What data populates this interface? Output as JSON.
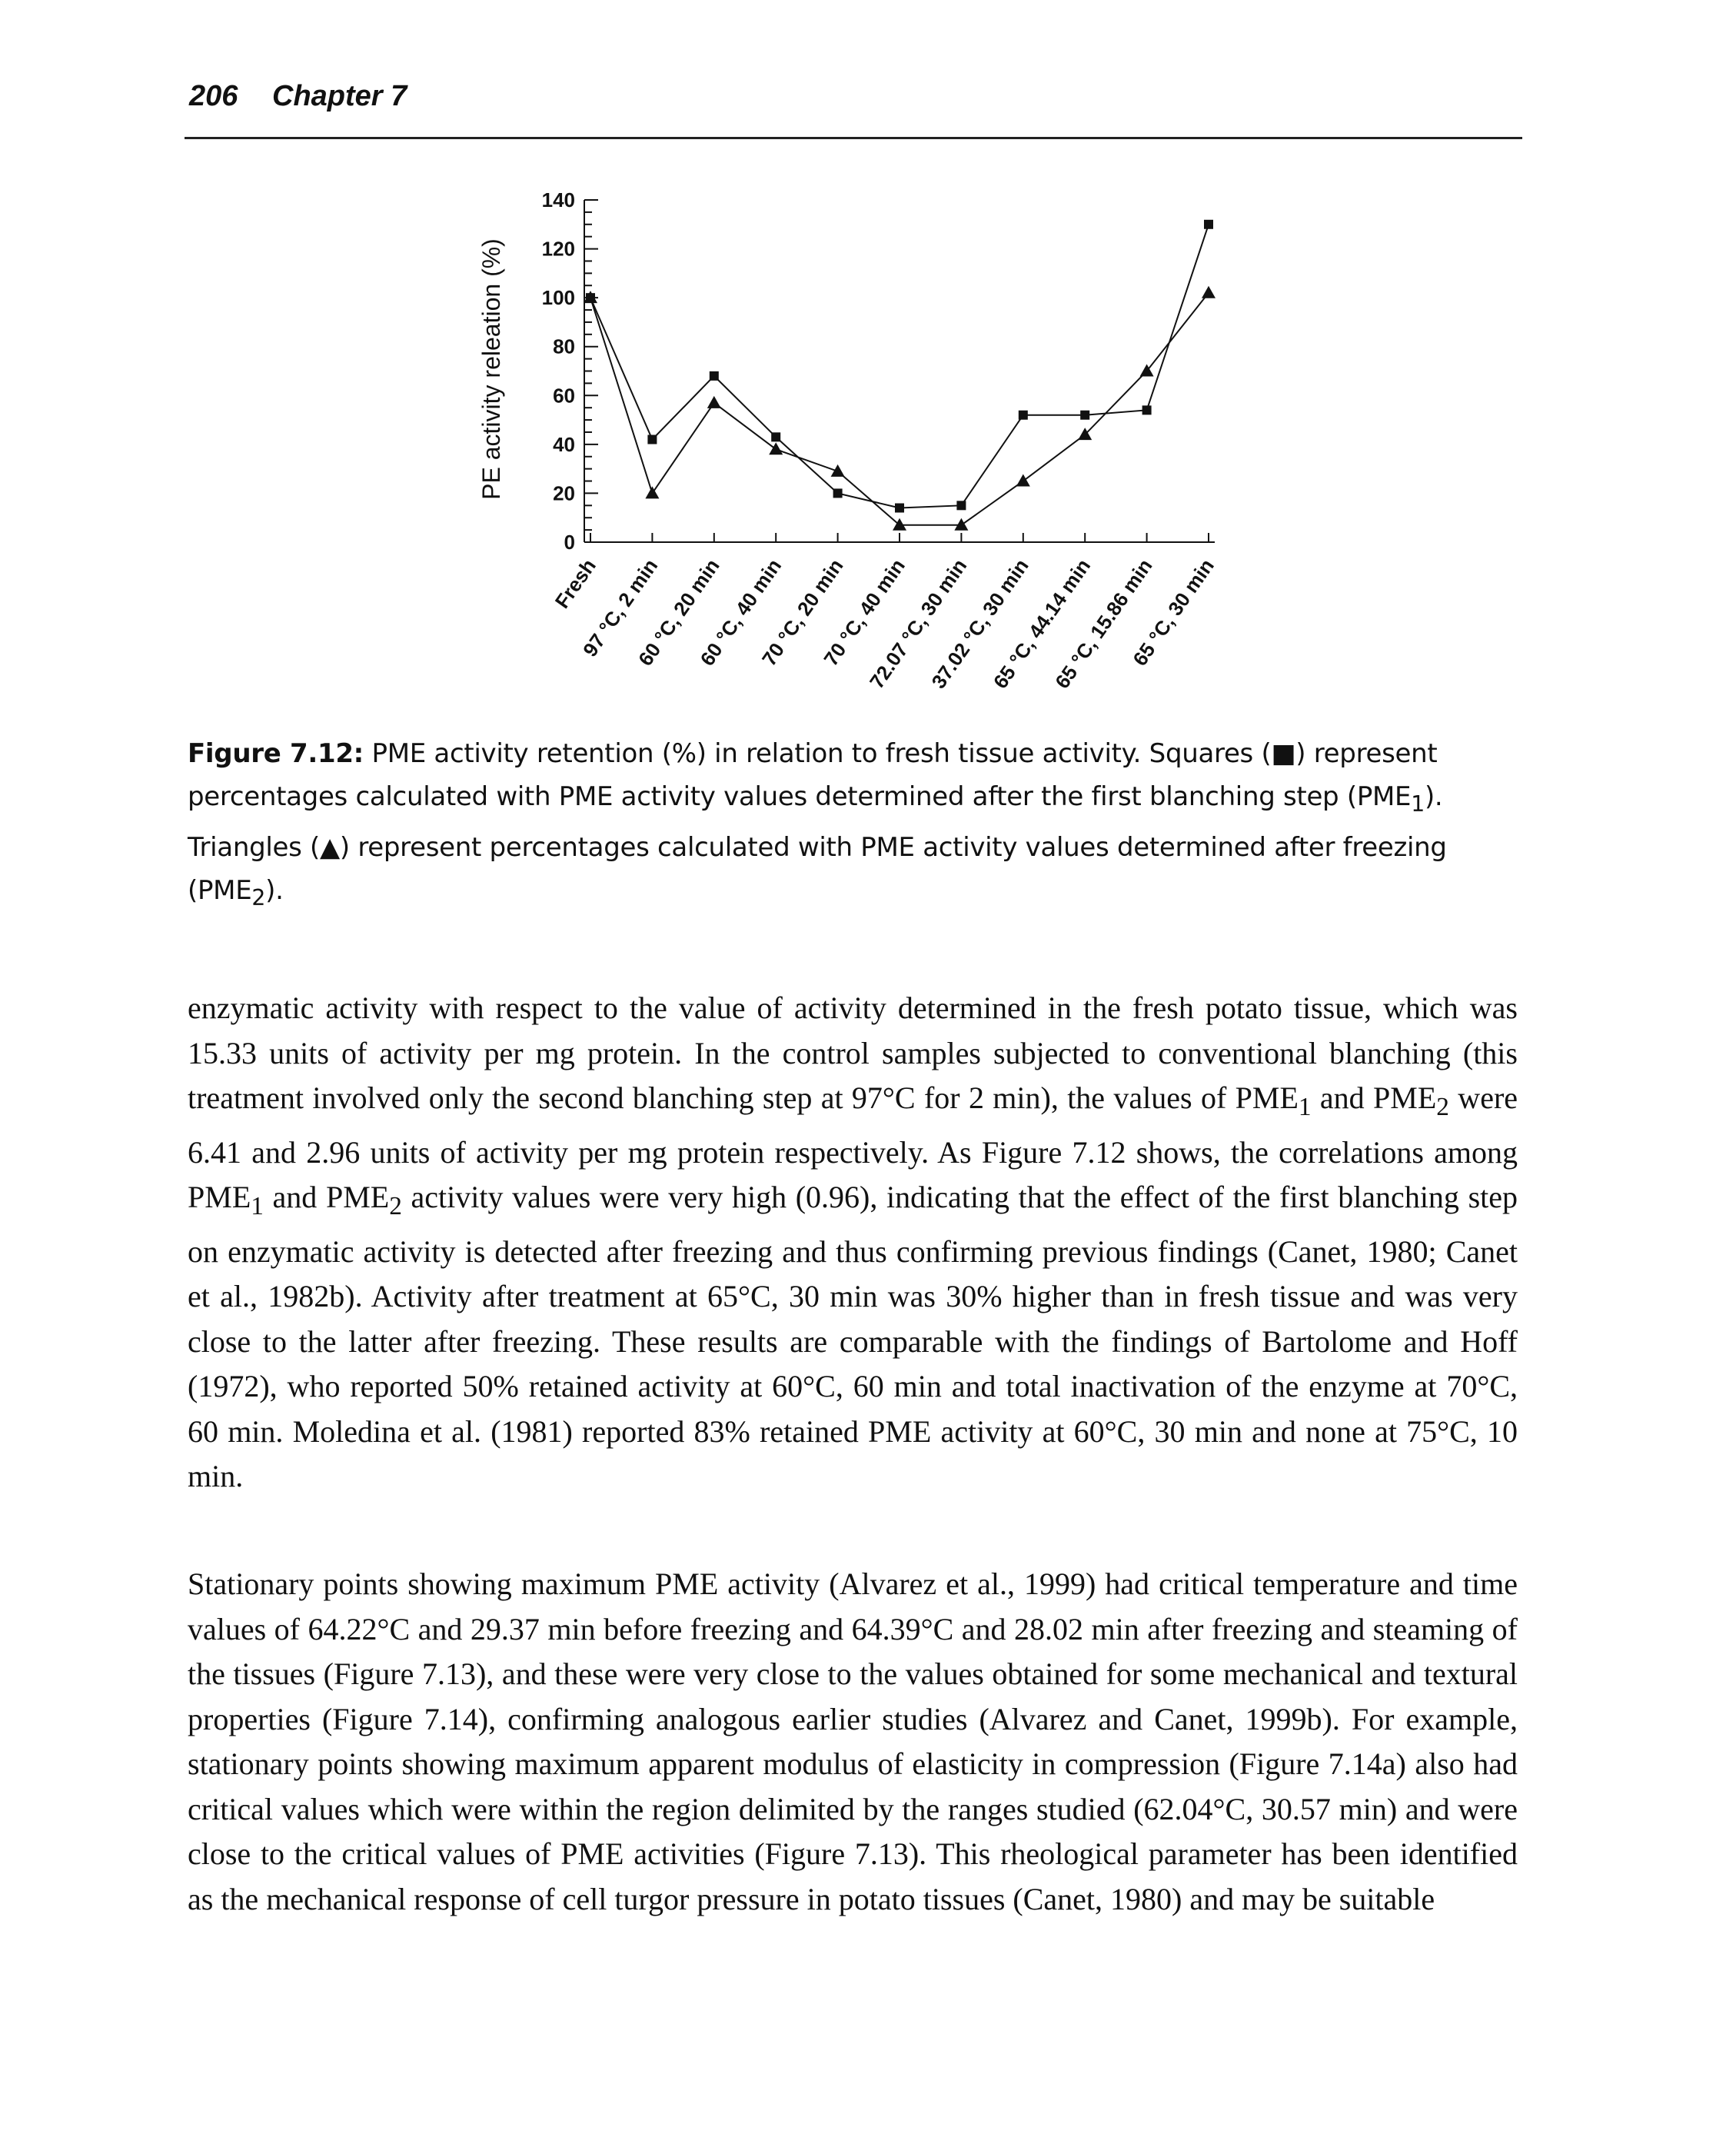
{
  "header": {
    "page_number": "206",
    "chapter": "Chapter 7"
  },
  "chart_data": {
    "type": "line",
    "ylabel": "PE activity releation (%)",
    "ylim": [
      0,
      140
    ],
    "yticks": [
      "0",
      "20",
      "40",
      "60",
      "80",
      "100",
      "120",
      "140"
    ],
    "categories": [
      "Fresh",
      "97 °C, 2 min",
      "60 °C, 20 min",
      "60 °C, 40 min",
      "70 °C, 20 min",
      "70 °C, 40 min",
      "72.07 °C, 30 min",
      "37.02 °C, 30 min",
      "65 °C, 44.14 min",
      "65 °C, 15.86 min",
      "65 °C, 30 min"
    ],
    "series": [
      {
        "marker": "square",
        "values": [
          100,
          42,
          68,
          43,
          20,
          14,
          15,
          52,
          52,
          54,
          130
        ]
      },
      {
        "marker": "triangle",
        "values": [
          100,
          20,
          57,
          38,
          29,
          7,
          7,
          25,
          44,
          70,
          102
        ]
      }
    ],
    "line_color": "#111111"
  },
  "caption": {
    "label": "Figure 7.12:",
    "text_before_square": "PME activity retention (%) in relation to fresh tissue activity. Squares (",
    "square_glyph": "■",
    "text_after_square": ") represent percentages calculated with PME activity values determined after the first blanching step (PME",
    "sub1": "1",
    "text_mid": "). Triangles (",
    "triangle_glyph": "▲",
    "text_after_triangle": ") represent percentages calculated with PME activity values determined after freezing (PME",
    "sub2": "2",
    "text_end": ")."
  },
  "body": {
    "p1_a": "enzymatic activity with respect to the value of activity determined in the fresh potato tissue, which was 15.33 units of activity per mg protein. In the control samples subjected to conventional blanching (this treatment involved only the second blanching step at 97°C for 2 min), the values of PME",
    "p1_sub1": "1",
    "p1_b": " and PME",
    "p1_sub2": "2",
    "p1_c": " were 6.41 and 2.96 units of activity per mg protein respectively. As Figure 7.12 shows, the correlations among PME",
    "p1_sub3": "1",
    "p1_d": " and PME",
    "p1_sub4": "2",
    "p1_e": " activity values were very high (0.96), indicating that the effect of the first blanching step on enzymatic activity is detected after freezing and thus confirming previous findings (Canet, 1980; Canet et al., 1982b). Activity after treatment at 65°C, 30 min was 30% higher than in fresh tissue and was very close to the latter after freezing. These results are comparable with the findings of Bartolome and Hoff (1972), who reported 50% retained activity at 60°C, 60 min and total inactivation of the enzyme at 70°C, 60 min. Moledina et al. (1981) reported 83% retained PME activity at 60°C, 30 min and none at 75°C, 10 min.",
    "p2": "Stationary points showing maximum PME activity (Alvarez et al., 1999) had critical temperature and time values of 64.22°C and 29.37 min before freezing and 64.39°C and 28.02 min after freezing and steaming of the tissues (Figure 7.13), and these were very close to the values obtained for some mechanical and textural properties (Figure 7.14), confirming analogous earlier studies (Alvarez and Canet, 1999b). For example, stationary points showing maximum apparent modulus of elasticity in compression (Figure 7.14a) also had critical values which were within the region delimited by the ranges studied (62.04°C, 30.57 min) and were close to the critical values of PME activities (Figure 7.13). This rheological parameter has been identified as the mechanical response of cell turgor pressure in potato tissues (Canet, 1980) and may be suitable"
  }
}
